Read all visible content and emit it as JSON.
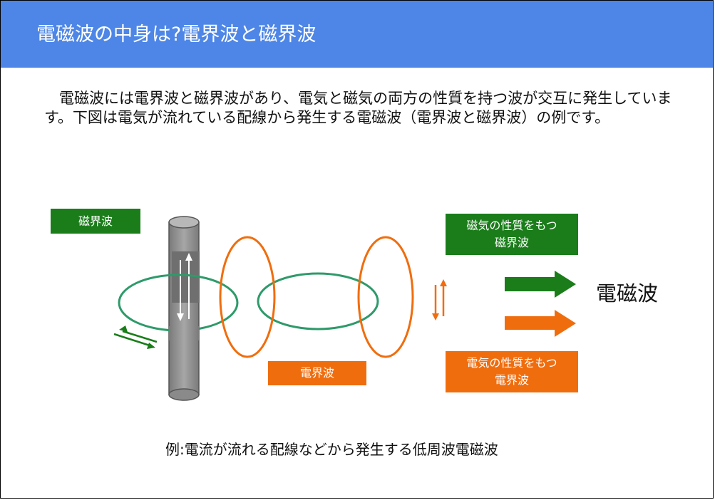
{
  "header": {
    "title": "電磁波の中身は?電界波と磁界波",
    "background": "#4d86e6"
  },
  "intro": {
    "text": "電磁波には電界波と磁界波があり、電気と磁気の両方の性質を持つ波が交互に発生しています。下図は電気が流れている配線から発生する電磁波（電界波と磁界波）の例です。"
  },
  "diagram": {
    "magnetic_label": "磁界波",
    "electric_label": "電界波",
    "magnetic_property_line1": "磁気の性質をもつ",
    "magnetic_property_line2": "磁界波",
    "electric_property_line1": "電気の性質をもつ",
    "electric_property_line2": "電界波",
    "em_wave_label": "電磁波",
    "colors": {
      "magnetic": "#1a7d1a",
      "electric": "#f06d0e",
      "magnetic_ring": "#2e9a6a",
      "wire": "#8a8a8a"
    }
  },
  "caption": {
    "text": "例:電流が流れる配線などから発生する低周波電磁波"
  }
}
